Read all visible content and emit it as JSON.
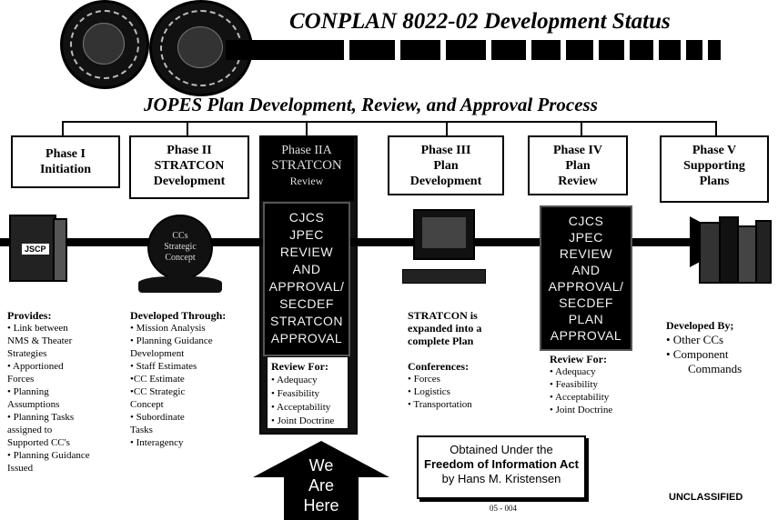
{
  "header": {
    "title": "CONPLAN 8022-02  Development Status",
    "subtitle": "JOPES Plan Development, Review, and Approval Process"
  },
  "phases": [
    {
      "line1": "Phase I",
      "line2": "Initiation",
      "line3": ""
    },
    {
      "line1": "Phase II",
      "line2": "STRATCON",
      "line3": "Development"
    },
    {
      "line1": "Phase IIA",
      "line2": "STRATCON",
      "line3": "Review"
    },
    {
      "line1": "Phase III",
      "line2": "Plan",
      "line3": "Development"
    },
    {
      "line1": "Phase IV",
      "line2": "Plan",
      "line3": "Review"
    },
    {
      "line1": "Phase V",
      "line2": "Supporting",
      "line3": "Plans"
    }
  ],
  "icons": {
    "jscp_label": "JSCP",
    "sphere_line1": "CCs",
    "sphere_line2": "Strategic",
    "sphere_line3": "Concept"
  },
  "approval_box_1": {
    "lines": [
      "CJCS",
      "JPEC",
      "REVIEW",
      "AND",
      "APPROVAL/",
      "SECDEF",
      "STRATCON",
      "APPROVAL"
    ]
  },
  "approval_box_2": {
    "lines": [
      "CJCS",
      "JPEC",
      "REVIEW",
      "AND",
      "APPROVAL/",
      "SECDEF",
      "PLAN",
      "APPROVAL"
    ]
  },
  "review_box_1": {
    "heading": "Review For:",
    "items": [
      "• Adequacy",
      "• Feasibility",
      "• Acceptability",
      "• Joint Doctrine"
    ]
  },
  "review_box_2": {
    "heading": "Review For:",
    "items": [
      "• Adequacy",
      "• Feasibility",
      "• Acceptability",
      "• Joint Doctrine"
    ]
  },
  "col1": {
    "heading": "Provides:",
    "lines": [
      "• Link between",
      "NMS & Theater",
      "Strategies",
      "• Apportioned",
      "Forces",
      "• Planning",
      "Assumptions",
      "• Planning Tasks",
      "assigned to",
      "Supported CC's",
      "• Planning Guidance",
      "Issued"
    ]
  },
  "col2": {
    "heading": "Developed Through:",
    "lines": [
      "• Mission Analysis",
      "• Planning Guidance",
      "Development",
      "• Staff Estimates",
      "•CC Estimate",
      "•CC Strategic",
      "Concept",
      "• Subordinate",
      "Tasks",
      "• Interagency"
    ]
  },
  "col4": {
    "heading_line1": "STRATCON is",
    "heading_line2": "expanded into a",
    "heading_line3": "complete Plan",
    "sub_heading": "Conferences:",
    "lines": [
      "• Forces",
      "• Logistics",
      "• Transportation"
    ]
  },
  "col6": {
    "heading": "Developed By;",
    "lines": [
      "• Other CCs",
      "• Component",
      "Commands"
    ]
  },
  "we_are_here": [
    "We",
    "Are",
    "Here"
  ],
  "foia": {
    "line1": "Obtained Under the",
    "line2": "Freedom of Information Act",
    "line3": "by Hans M. Kristensen"
  },
  "page_mark": "05 - 004",
  "classification": "UNCLASSIFIED"
}
